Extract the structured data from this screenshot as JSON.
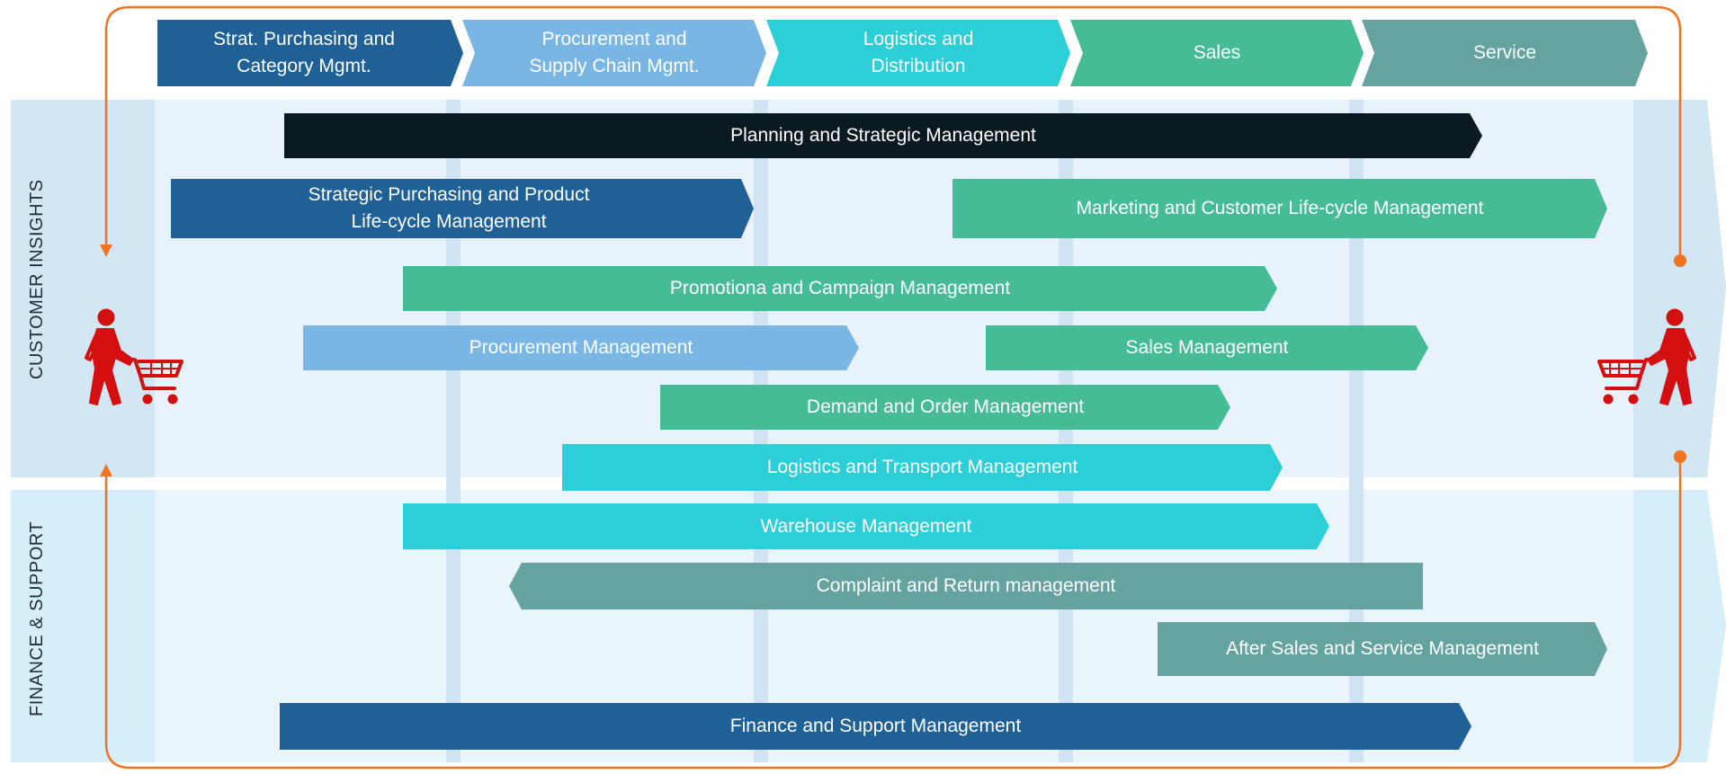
{
  "colors": {
    "dark_blue": "#1f6196",
    "light_blue": "#79b6e3",
    "cyan": "#2ccfd8",
    "green": "#45bc96",
    "teal": "#64a39f",
    "black": "#0b1921",
    "orange": "#ef7320",
    "red": "#d40f0f",
    "band_top": "#d2e6f4",
    "band_bottom": "#d6eef9"
  },
  "header": {
    "columns": [
      {
        "label": "Strat. Purchasing and\nCategory Mgmt."
      },
      {
        "label": "Procurement and\nSupply Chain Mgmt."
      },
      {
        "label": "Logistics and\nDistribution"
      },
      {
        "label": "Sales"
      },
      {
        "label": "Service"
      }
    ]
  },
  "sections": {
    "top_label": "CUSTOMER INSIGHTS",
    "bottom_label": "FINANCE & SUPPORT"
  },
  "processes": [
    {
      "label": "Planning and Strategic Management"
    },
    {
      "label": "Strategic Purchasing and Product\nLife-cycle Management"
    },
    {
      "label": "Marketing and Customer  Life-cycle Management"
    },
    {
      "label": "Promotiona and Campaign Management"
    },
    {
      "label": "Procurement Management"
    },
    {
      "label": "Sales Management"
    },
    {
      "label": "Demand and Order Management"
    },
    {
      "label": "Logistics and Transport Management"
    },
    {
      "label": "Warehouse Management"
    },
    {
      "label": "Complaint and Return management"
    },
    {
      "label": "After Sales and Service Management"
    },
    {
      "label": "Finance and Support Management"
    }
  ],
  "icons": {
    "left_figure": "shopper-with-cart-icon",
    "right_figure": "shopper-with-cart-icon"
  }
}
